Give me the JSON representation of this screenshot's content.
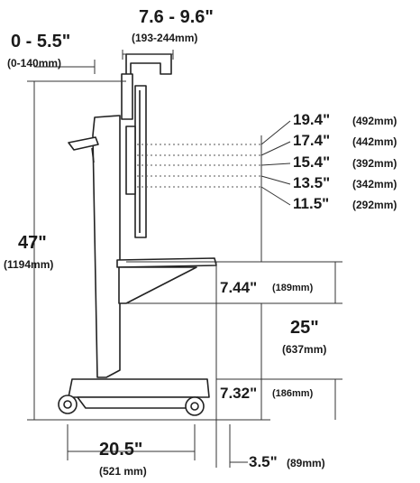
{
  "top_width": {
    "inch": "7.6 - 9.6\"",
    "mm": "(193-244mm)"
  },
  "top_offset": {
    "inch": "0 - 5.5\"",
    "mm": "(0-140mm)"
  },
  "total_height": {
    "inch": "47\"",
    "mm": "(1194mm)"
  },
  "mount_heights": [
    {
      "inch": "19.4\"",
      "mm": "(492mm)"
    },
    {
      "inch": "17.4\"",
      "mm": "(442mm)"
    },
    {
      "inch": "15.4\"",
      "mm": "(392mm)"
    },
    {
      "inch": "13.5\"",
      "mm": "(342mm)"
    },
    {
      "inch": "11.5\"",
      "mm": "(292mm)"
    }
  ],
  "shelf_gap": {
    "inch": "7.44\"",
    "mm": "(189mm)"
  },
  "shelf_height": {
    "inch": "25\"",
    "mm": "(637mm)"
  },
  "base_gap": {
    "inch": "7.32\"",
    "mm": "(186mm)"
  },
  "base_width": {
    "inch": "20.5\"",
    "mm": "(521 mm)"
  },
  "rear_offset": {
    "inch": "3.5\"",
    "mm": "(89mm)"
  }
}
